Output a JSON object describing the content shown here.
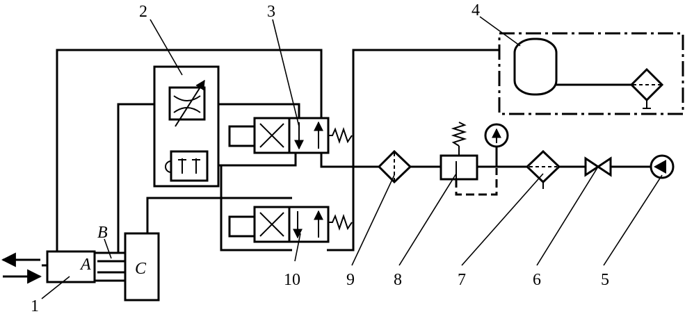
{
  "labels": {
    "n1": "1",
    "n2": "2",
    "n3": "3",
    "n4": "4",
    "n5": "5",
    "n6": "6",
    "n7": "7",
    "n8": "8",
    "n9": "9",
    "n10": "10",
    "port_a": "A",
    "port_b": "B",
    "port_c": "C"
  },
  "colors": {
    "stroke": "#000000",
    "background": "#ffffff"
  }
}
